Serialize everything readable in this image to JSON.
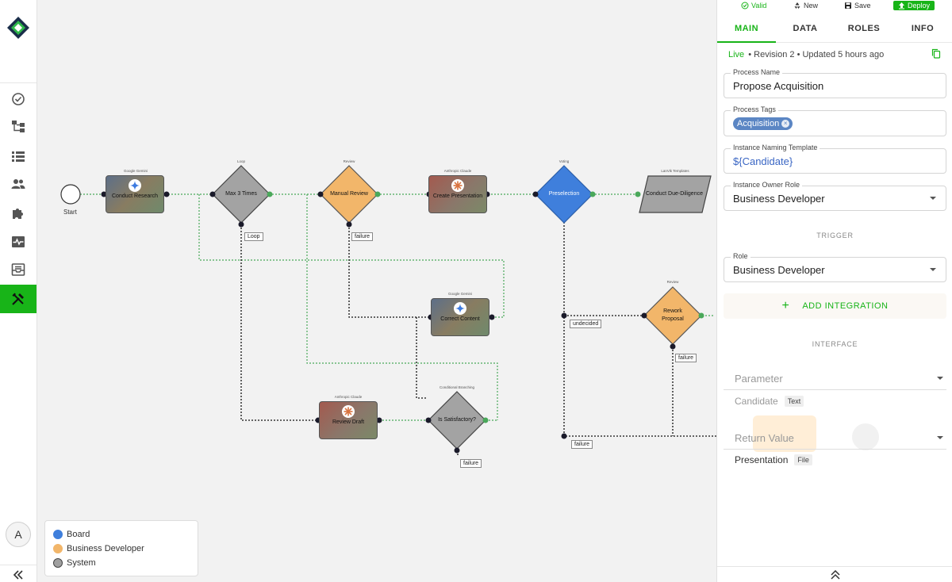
{
  "sidebar": {
    "logo": "diamond-logo",
    "items": [
      {
        "name": "tasks",
        "icon": "check-circle-icon"
      },
      {
        "name": "processes",
        "icon": "hierarchy-icon"
      },
      {
        "name": "list",
        "icon": "list-icon"
      },
      {
        "name": "users",
        "icon": "people-icon"
      },
      {
        "name": "integrations",
        "icon": "puzzle-icon"
      },
      {
        "name": "monitoring",
        "icon": "pulse-icon"
      },
      {
        "name": "inbox",
        "icon": "inbox-icon"
      },
      {
        "name": "builder",
        "icon": "tools-icon",
        "active": true
      }
    ],
    "avatar_initial": "A",
    "collapse_icon": "double-chevron-left-icon"
  },
  "canvas": {
    "start_label": "Start",
    "nodes": [
      {
        "id": "conduct-research",
        "label": "Conduct Research",
        "caption": "Google Gemini",
        "kind": "ai-task"
      },
      {
        "id": "max-3-times",
        "label": "Max 3 Times",
        "caption": "Loop",
        "kind": "gateway-system"
      },
      {
        "id": "manual-review",
        "label": "Manual Review",
        "caption": "Review",
        "kind": "gateway-bizdev"
      },
      {
        "id": "create-presentation",
        "label": "Create Presentation",
        "caption": "Anthropic Claude",
        "kind": "ai-task"
      },
      {
        "id": "preselection",
        "label": "Preselection",
        "caption": "Voting",
        "kind": "gateway-board"
      },
      {
        "id": "conduct-due-diligence",
        "label": "Conduct Due-Diligence",
        "caption": "LanVik Templates",
        "kind": "data-system"
      },
      {
        "id": "correct-content",
        "label": "Correct Content",
        "caption": "Google Gemini",
        "kind": "ai-task"
      },
      {
        "id": "rework-proposal",
        "label": "Rework Proposal",
        "caption": "Review",
        "kind": "gateway-bizdev"
      },
      {
        "id": "review-draft",
        "label": "Review Draft",
        "caption": "Anthropic Claude",
        "kind": "ai-task"
      },
      {
        "id": "is-satisfactory",
        "label": "Is Satisfactory?",
        "caption": "Conditional Branching",
        "kind": "gateway-system"
      }
    ],
    "edge_tags": {
      "loop": "Loop",
      "failure_1": "failure",
      "undecided": "undecided",
      "failure_2": "failure",
      "failure_3": "failure",
      "failure_4": "failure"
    },
    "legend": [
      {
        "label": "Board",
        "color": "#3f7fdc"
      },
      {
        "label": "Business Developer",
        "color": "#f2b66a"
      },
      {
        "label": "System",
        "color": "#a0a0a0"
      }
    ]
  },
  "panel": {
    "toolbar": {
      "valid": "Valid",
      "new": "New",
      "save": "Save",
      "deploy": "Deploy"
    },
    "tabs": [
      "MAIN",
      "DATA",
      "ROLES",
      "INFO"
    ],
    "status": {
      "live": "Live",
      "meta": "• Revision 2 • Updated 5 hours ago"
    },
    "process_name": {
      "label": "Process Name",
      "value": "Propose Acquisition"
    },
    "process_tags": {
      "label": "Process Tags",
      "chips": [
        "Acquisition"
      ]
    },
    "naming_template": {
      "label": "Instance Naming Template",
      "value": "${Candidate}"
    },
    "owner_role": {
      "label": "Instance Owner Role",
      "value": "Business Developer"
    },
    "trigger": {
      "title": "TRIGGER",
      "role_label": "Role",
      "role_value": "Business Developer",
      "add_integration": "ADD INTEGRATION"
    },
    "interface": {
      "title": "INTERFACE",
      "parameter_placeholder": "Parameter",
      "parameter": {
        "name": "Candidate",
        "type": "Text"
      },
      "return_placeholder": "Return Value",
      "return": {
        "name": "Presentation",
        "type": "File"
      }
    },
    "colors": {
      "accent": "#18b418",
      "chip": "#5b86c4"
    }
  }
}
